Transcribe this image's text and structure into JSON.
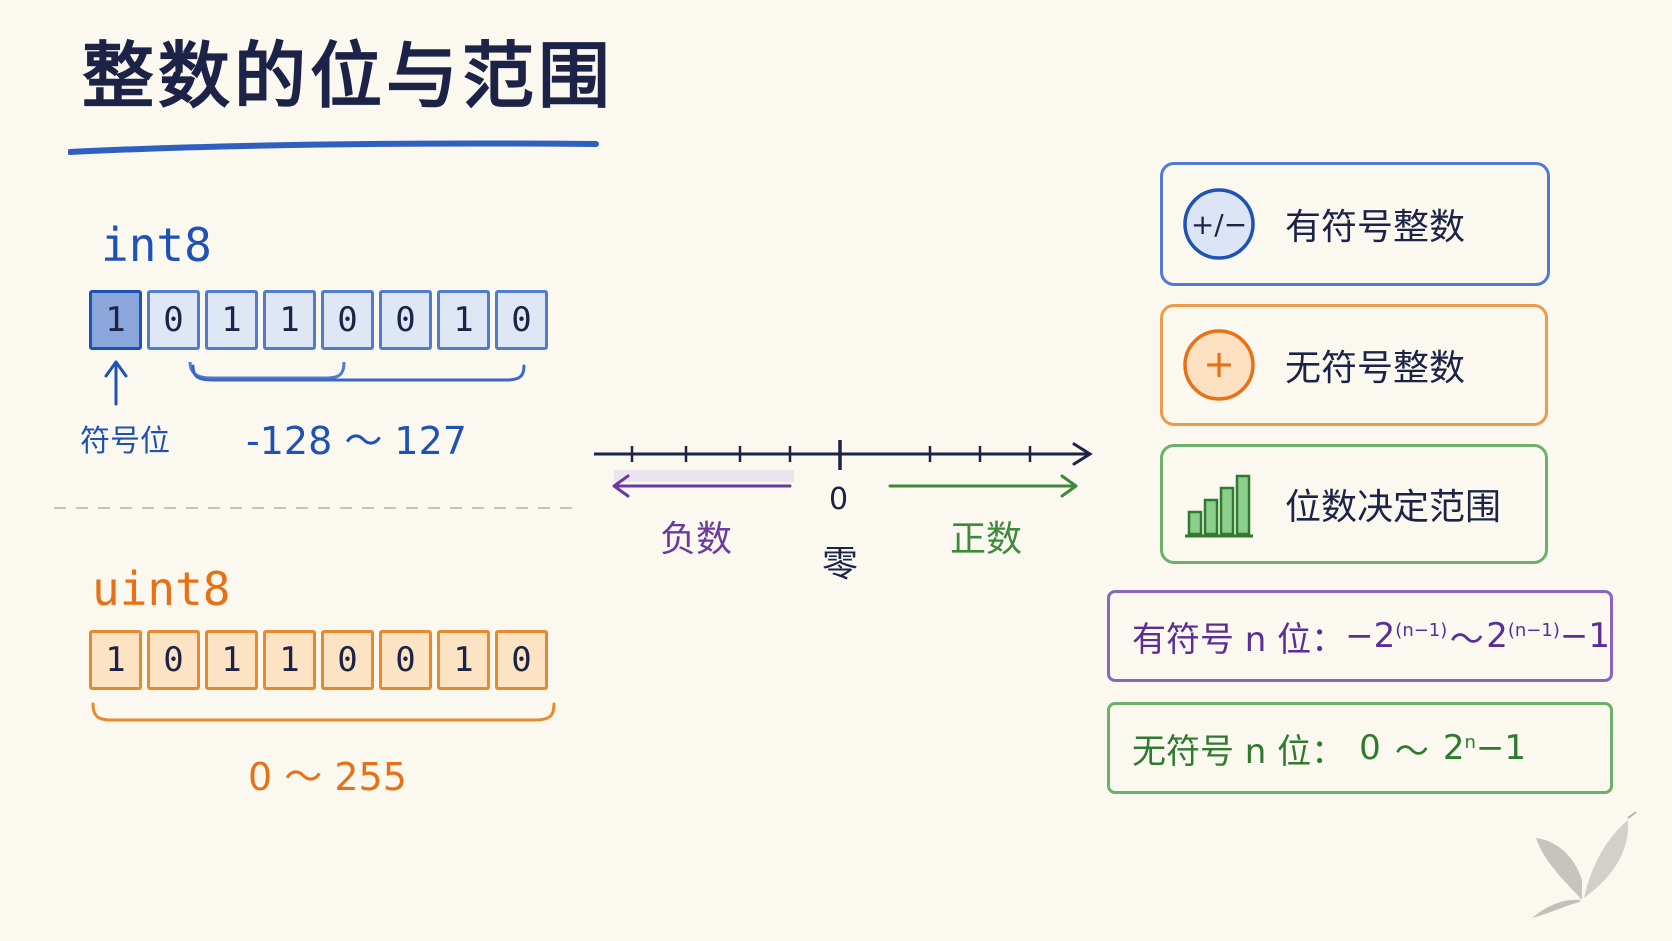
{
  "title": "整数的位与范围",
  "int8": {
    "label": "int8",
    "bits": [
      "1",
      "0",
      "1",
      "1",
      "0",
      "0",
      "1",
      "0"
    ],
    "sign_label": "符号位",
    "range": "-128 ～ 127"
  },
  "uint8": {
    "label": "uint8",
    "bits": [
      "1",
      "0",
      "1",
      "1",
      "0",
      "0",
      "1",
      "0"
    ],
    "range": "0 ～ 255"
  },
  "number_line": {
    "zero": "0",
    "zero_label": "零",
    "negative_label": "负数",
    "positive_label": "正数"
  },
  "cards": {
    "signed": {
      "icon_text": "+/−",
      "label": "有符号整数"
    },
    "unsigned": {
      "icon_text": "+",
      "label": "无符号整数"
    },
    "bits": {
      "label": "位数决定范围"
    }
  },
  "formulas": {
    "signed": {
      "prefix": "有符号 n 位：",
      "lower_base": "−2",
      "lower_exp": "(n−1)",
      "tilde": "～",
      "upper_base": "2",
      "upper_exp": "(n−1)",
      "upper_suffix": "−1"
    },
    "unsigned": {
      "prefix": "无符号 n 位：",
      "lower": "0",
      "tilde": "～",
      "upper_base": "2",
      "upper_exp": "n",
      "upper_suffix": "−1"
    }
  },
  "colors": {
    "blue": "#1f52b5",
    "orange": "#e67116",
    "purple": "#6a3aa0",
    "green": "#3d8a3d",
    "ink": "#1c2347"
  }
}
